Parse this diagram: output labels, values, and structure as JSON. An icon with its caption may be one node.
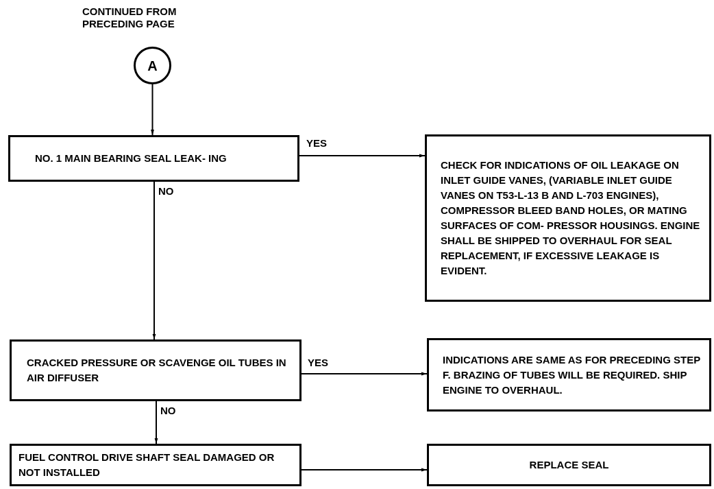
{
  "diagram": {
    "nodes": [
      {
        "text": [
          "A"
        ],
        "beside": [
          "CONTINUED FROM PRECEDING PAGE"
        ]
      },
      {
        "text": [
          "NO. 1 MAIN BEARING SEAL LEAK- ING"
        ]
      },
      {
        "text": [
          "CHECK FOR INDICATIONS OF OIL LEAKAGE ON INLET GUIDE VANES, (VARIABLE INLET GUIDE VANES ON T53-L-13 B AND L-703 ENGINES), COMPRESSOR BLEED BAND HOLES, OR MATING SURFACES OF COM- PRESSOR HOUSINGS.  ENGINE SHALL BE SHIPPED TO OVERHAUL FOR SEAL REPLACEMENT, IF EXCESSIVE LEAKAGE IS EVIDENT."
        ]
      },
      {
        "text": [
          "CRACKED PRESSURE OR SCAVENGE OIL TUBES IN AIR DIFFUSER"
        ]
      },
      {
        "text": [
          "INDICATIONS ARE SAME AS FOR PRECEDING STEP F.  BRAZING OF TUBES WILL BE REQUIRED.  SHIP ENGINE TO OVERHAUL."
        ]
      },
      {
        "text": [
          "FUEL CONTROL DRIVE SHAFT SEAL DAMAGED OR NOT INSTALLED"
        ]
      },
      {
        "text": [
          "REPLACE SEAL"
        ]
      }
    ],
    "edges": [
      {
        "from": 0,
        "to": 1,
        "arrow": "to"
      },
      {
        "from": 1,
        "to": 2,
        "arrow": "to",
        "label": "YES"
      },
      {
        "from": 1,
        "to": 3,
        "arrow": "to",
        "label": "NO"
      },
      {
        "from": 3,
        "to": 4,
        "arrow": "to",
        "label": "YES"
      },
      {
        "from": 3,
        "to": 5,
        "arrow": "to",
        "label": "NO"
      },
      {
        "from": 5,
        "to": 6,
        "arrow": "to"
      }
    ]
  }
}
